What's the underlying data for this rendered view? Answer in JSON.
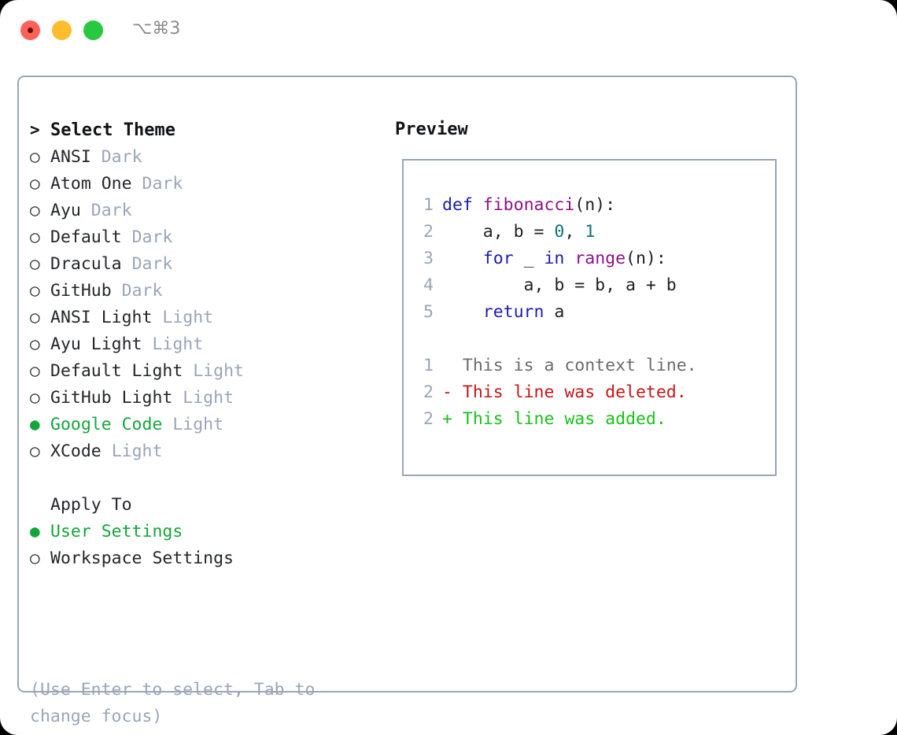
{
  "titlebar": {
    "shortcut": "⌥⌘3",
    "buttons": {
      "close": "close",
      "minimize": "minimize",
      "maximize": "maximize"
    }
  },
  "theme_picker": {
    "heading_prefix": ">",
    "heading": "Select Theme",
    "items": [
      {
        "marker": "○",
        "name": "ANSI",
        "variant": "Dark",
        "selected": false
      },
      {
        "marker": "○",
        "name": "Atom One",
        "variant": "Dark",
        "selected": false
      },
      {
        "marker": "○",
        "name": "Ayu",
        "variant": "Dark",
        "selected": false
      },
      {
        "marker": "○",
        "name": "Default",
        "variant": "Dark",
        "selected": false
      },
      {
        "marker": "○",
        "name": "Dracula",
        "variant": "Dark",
        "selected": false
      },
      {
        "marker": "○",
        "name": "GitHub",
        "variant": "Dark",
        "selected": false
      },
      {
        "marker": "○",
        "name": "ANSI Light",
        "variant": "Light",
        "selected": false
      },
      {
        "marker": "○",
        "name": "Ayu Light",
        "variant": "Light",
        "selected": false
      },
      {
        "marker": "○",
        "name": "Default Light",
        "variant": "Light",
        "selected": false
      },
      {
        "marker": "○",
        "name": "GitHub Light",
        "variant": "Light",
        "selected": false
      },
      {
        "marker": "●",
        "name": "Google Code",
        "variant": "Light",
        "selected": true
      },
      {
        "marker": "○",
        "name": "XCode",
        "variant": "Light",
        "selected": false
      }
    ]
  },
  "apply_to": {
    "heading": "Apply To",
    "options": [
      {
        "marker": "●",
        "label": "User Settings",
        "selected": true
      },
      {
        "marker": "○",
        "label": "Workspace Settings",
        "selected": false
      }
    ]
  },
  "hint": "(Use Enter to select, Tab to change focus)",
  "preview": {
    "title": "Preview",
    "code_lines": [
      {
        "no": "1",
        "tokens": [
          {
            "t": "def",
            "c": "kw"
          },
          {
            "t": " ",
            "c": "pl"
          },
          {
            "t": "fibonacci",
            "c": "fn"
          },
          {
            "t": "(n):",
            "c": "pl"
          }
        ]
      },
      {
        "no": "2",
        "tokens": [
          {
            "t": "    a, b = ",
            "c": "pl"
          },
          {
            "t": "0",
            "c": "num"
          },
          {
            "t": ", ",
            "c": "pl"
          },
          {
            "t": "1",
            "c": "num"
          }
        ]
      },
      {
        "no": "3",
        "tokens": [
          {
            "t": "    ",
            "c": "pl"
          },
          {
            "t": "for",
            "c": "kw"
          },
          {
            "t": " _ ",
            "c": "pl"
          },
          {
            "t": "in",
            "c": "kw"
          },
          {
            "t": " ",
            "c": "pl"
          },
          {
            "t": "range",
            "c": "fn"
          },
          {
            "t": "(n):",
            "c": "pl"
          }
        ]
      },
      {
        "no": "4",
        "tokens": [
          {
            "t": "        a, b = b, a + b",
            "c": "pl"
          }
        ]
      },
      {
        "no": "5",
        "tokens": [
          {
            "t": "    ",
            "c": "pl"
          },
          {
            "t": "return",
            "c": "kw"
          },
          {
            "t": " a",
            "c": "pl"
          }
        ]
      }
    ],
    "diff_lines": [
      {
        "no": "1",
        "sign": " ",
        "text": "This is a context line.",
        "kind": "ctx"
      },
      {
        "no": "2",
        "sign": "-",
        "text": "This line was deleted.",
        "kind": "del"
      },
      {
        "no": "2",
        "sign": "+",
        "text": "This line was added.",
        "kind": "add"
      }
    ]
  },
  "colors": {
    "accent_green": "#12a63a",
    "muted": "#9aa5b8",
    "border": "#9aa5b8",
    "keyword": "#1c1cb4",
    "function": "#8e1188",
    "number": "#0d7272",
    "diff_add": "#17c217",
    "diff_del": "#c21818",
    "diff_ctx": "#6b6b6b",
    "traffic_close": "#ff6058",
    "traffic_min": "#ffbd2e",
    "traffic_max": "#28c840"
  }
}
